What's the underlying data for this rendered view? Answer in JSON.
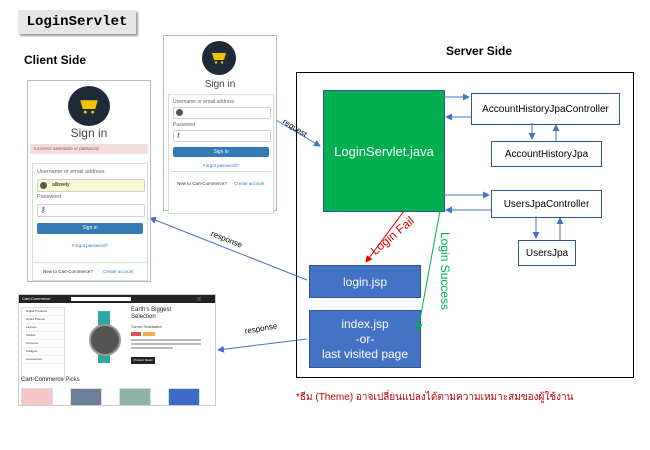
{
  "title": "LoginServlet",
  "labels": {
    "client_side": "Client Side",
    "server_side": "Server Side"
  },
  "server": {
    "servlet": "LoginServlet.java",
    "account_history_controller": "AccountHistoryJpaController",
    "account_history_jpa": "AccountHistoryJpa",
    "users_controller": "UsersJpaController",
    "users_jpa": "UsersJpa",
    "login_jsp": "login.jsp",
    "index_line1": "index.jsp",
    "index_line2": "-or-",
    "index_line3": "last visited page"
  },
  "arrows": {
    "request": "request",
    "response_login": "response",
    "response_index": "response",
    "login_fail": "Login Fail",
    "login_success": "Login Success"
  },
  "colors": {
    "servlet_green": "#00b050",
    "jsp_blue": "#4472c4",
    "fail_red": "#e00000",
    "success_green": "#00b050",
    "arrow_blue": "#4472c4"
  },
  "phone_small": {
    "heading": "Sign in",
    "username_label": "Username or email address",
    "password_label": "Password",
    "signin_button": "Sign in",
    "forgot": "Forgot password?",
    "new_to": "New to Cart-Commerce?",
    "create": "Create account"
  },
  "phone_large": {
    "heading": "Sign in",
    "error": "Incorrect username or password.",
    "username_label": "Username or email address",
    "username_value": "allisvely",
    "password_label": "Password",
    "signin_button": "Sign in",
    "forgot": "Forgot password?",
    "new_to": "New to Cart-Commerce?",
    "create": "Create account"
  },
  "shop": {
    "brand": "Cart-Commerce",
    "hero_line1": "Earth's Biggest",
    "hero_line2": "Selection",
    "product_name": "Garmin Smartwatch",
    "picks": "Cart-Commerce Picks",
    "buy_button": "Product Detail",
    "menu": [
      "Digital Products",
      "Smart Phones",
      "Laptops",
      "Tablets",
      "Cameras",
      "Gadgets",
      "Accessories"
    ]
  },
  "note": "*ธีม (Theme) อาจเปลี่ยนแปลงได้ตามความเหมาะสมของผู้ใช้งาน"
}
